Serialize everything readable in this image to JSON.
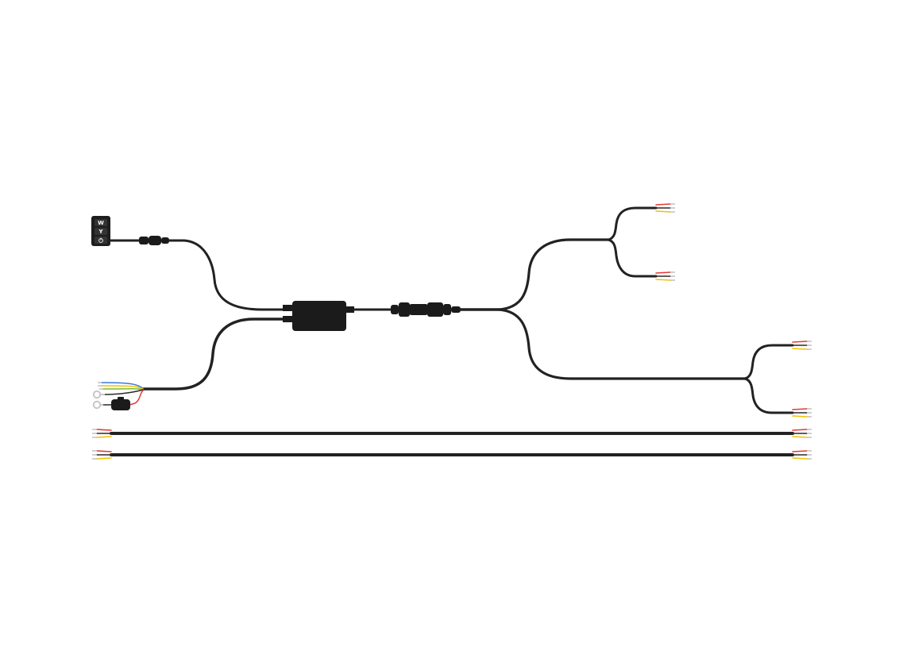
{
  "colors": {
    "background": "#ffffff",
    "cable": "#222222",
    "connector": "#1b1b1b",
    "wire_red": "#e53935",
    "wire_yellow": "#f2c200",
    "wire_black": "#2a2a2a",
    "wire_blue": "#3a7bd5",
    "wire_green": "#7dbb2f",
    "ring_terminal": "#c8c8c8"
  },
  "switch_panel": {
    "buttons": [
      {
        "label": "W",
        "icon": "white-mode-icon"
      },
      {
        "label": "Y",
        "icon": "yellow-mode-icon"
      },
      {
        "label": "",
        "icon": "power-icon"
      }
    ]
  },
  "components": {
    "controller": "control-box",
    "connector": "waterproof-connector",
    "fuse": "inline-fuse-holder",
    "power_leads": [
      "blue",
      "yellow",
      "green",
      "black",
      "red"
    ],
    "ring_terminals": 2
  },
  "outputs": {
    "lamp_lead_wires": [
      "red",
      "black",
      "yellow"
    ],
    "upper_split_ends": 2,
    "lower_split_ends": 2,
    "extension_cables": 2
  }
}
